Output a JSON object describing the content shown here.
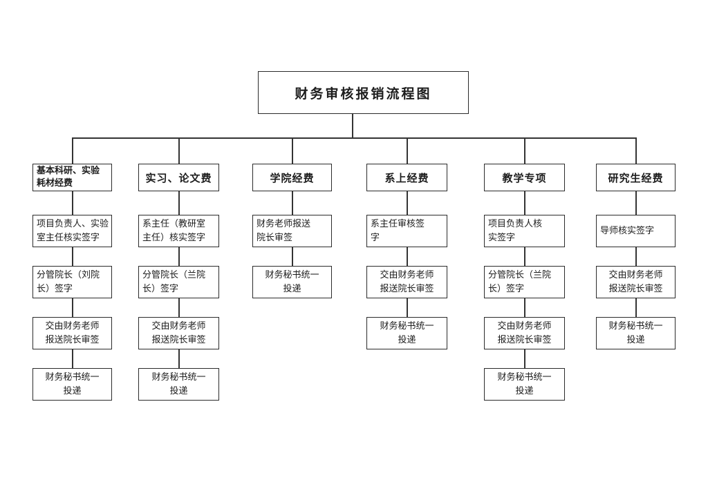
{
  "title": "财务审核报销流程图",
  "columns": [
    {
      "header": "基本科研、实验\n耗材经费",
      "steps": [
        "项目负责人、实验\n室主任核实签字",
        "分管院长（刘院\n长）签字",
        "交由财务老师\n报送院长审签",
        "财务秘书统一\n投递"
      ]
    },
    {
      "header": "实习、论文费",
      "steps": [
        "系主任（教研室\n主任）核实签字",
        "分管院长（兰院\n长）签字",
        "交由财务老师\n报送院长审签",
        "财务秘书统一\n投递"
      ]
    },
    {
      "header": "学院经费",
      "steps": [
        "财务老师报送\n院长审签",
        "财务秘书统一\n投递"
      ]
    },
    {
      "header": "系上经费",
      "steps": [
        "系主任审核签\n字",
        "交由财务老师\n报送院长审签",
        "财务秘书统一\n投递"
      ]
    },
    {
      "header": "教学专项",
      "steps": [
        "项目负责人核\n实签字",
        "分管院长（兰院\n长）签字",
        "交由财务老师\n报送院长审签",
        "财务秘书统一\n投递"
      ]
    },
    {
      "header": "研究生经费",
      "steps": [
        "导师核实签字",
        "交由财务老师\n报送院长审签",
        "财务秘书统一\n投递"
      ]
    }
  ],
  "colors": {
    "background": "#ffffff",
    "line": "#333333",
    "border": "#2a2a2a",
    "text": "#1c1c1c"
  }
}
